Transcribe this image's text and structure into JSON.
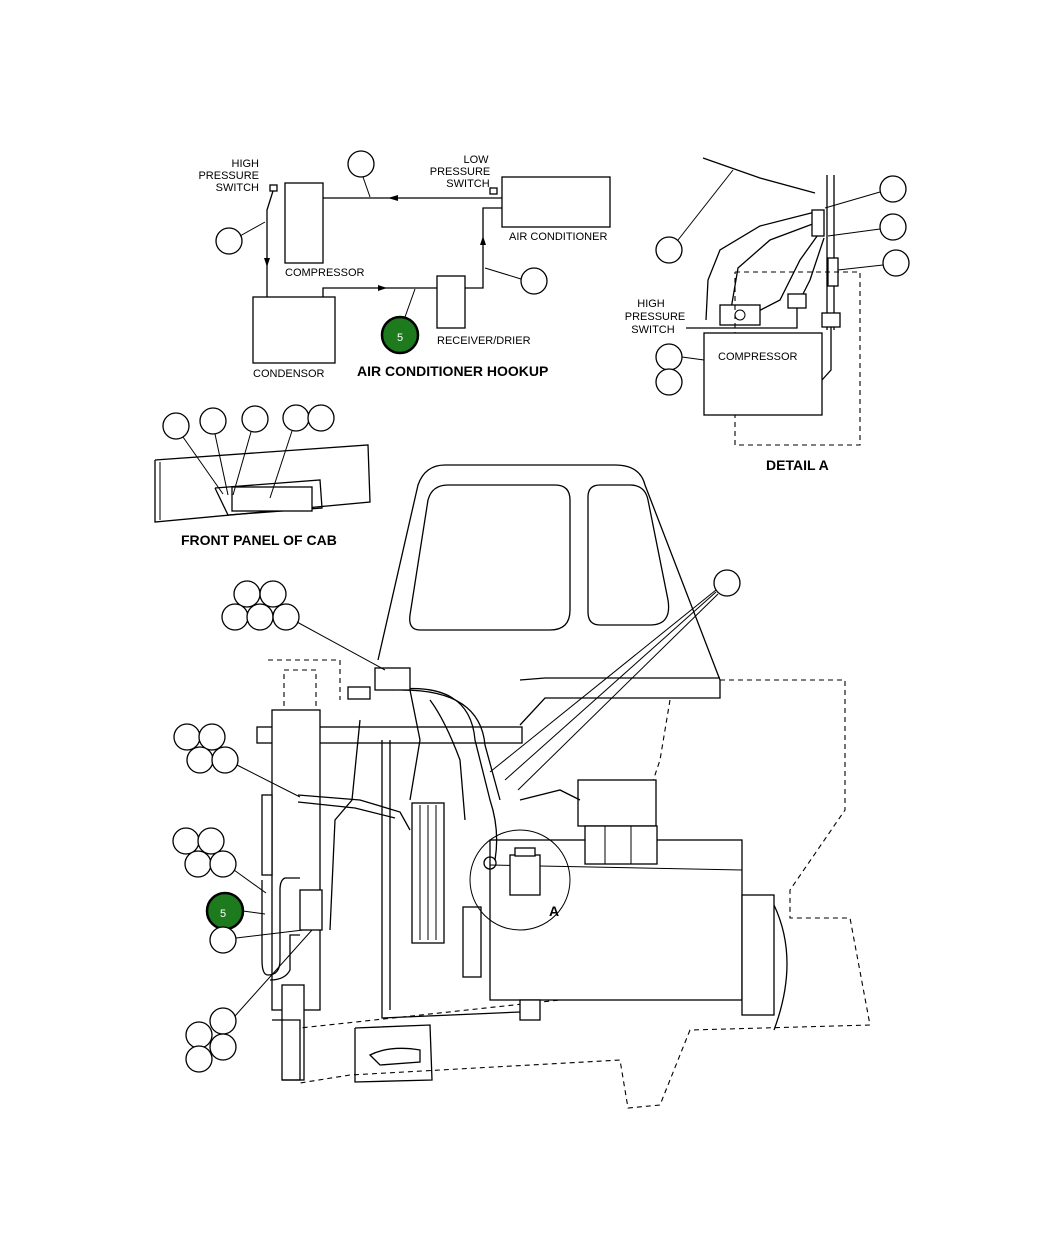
{
  "hookup": {
    "high_pressure_switch": [
      "HIGH",
      "PRESSURE",
      "SWITCH"
    ],
    "low_pressure_switch": [
      "LOW",
      "PRESSURE",
      "SWITCH"
    ],
    "compressor": "COMPRESSOR",
    "air_conditioner": "AIR CONDITIONER",
    "condensor": "CONDENSOR",
    "receiver_drier": "RECEIVER/DRIER",
    "title": "AIR CONDITIONER HOOKUP",
    "highlight_callout": "5"
  },
  "detail_a": {
    "high_pressure_switch": [
      "HIGH",
      "PRESSURE",
      "SWITCH"
    ],
    "compressor": "COMPRESSOR",
    "title": "DETAIL A"
  },
  "front_panel": {
    "title": "FRONT PANEL OF CAB"
  },
  "main_view": {
    "detail_marker": "A",
    "highlight_callout": "5"
  }
}
